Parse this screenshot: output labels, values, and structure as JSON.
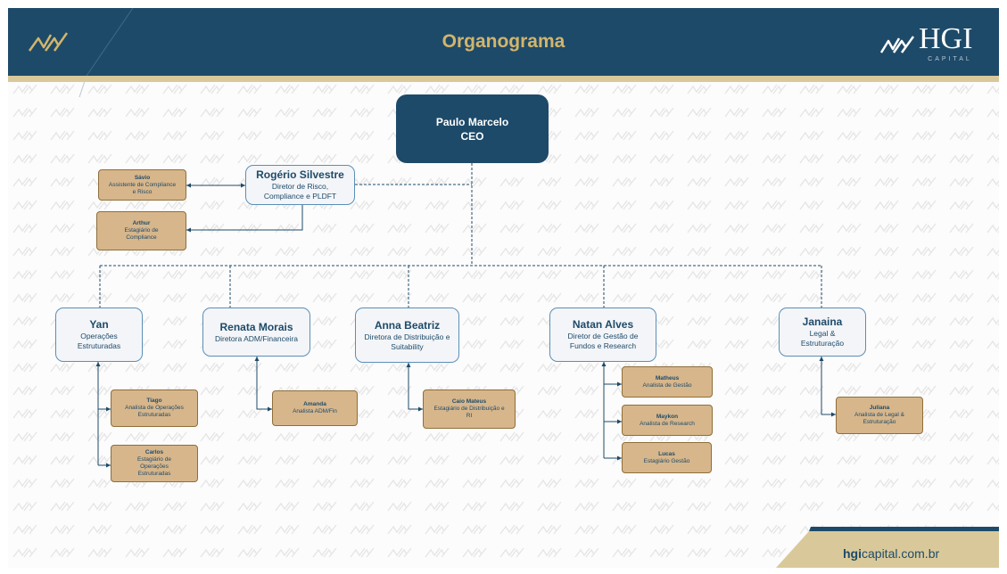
{
  "header": {
    "title": "Organograma"
  },
  "brand": {
    "name": "HGI",
    "tagline": "CAPITAL"
  },
  "footer": {
    "site_bold": "hgi",
    "site_rest": "capital.com.br"
  },
  "ceo": {
    "name": "Paulo Marcelo",
    "role": "CEO"
  },
  "risk": {
    "name": "Rogério Silvestre",
    "role": "Diretor de Risco, Compliance e PLDFT",
    "staff": [
      {
        "name": "Sávio",
        "role": "Assistente de Compliance e Risco"
      },
      {
        "name": "Arthur",
        "role": "Estagiário de Compliance"
      }
    ]
  },
  "directors": [
    {
      "name": "Yan",
      "role": "Operações Estruturadas",
      "staff": [
        {
          "name": "Tiago",
          "role": "Analista de Operações Estruturadas"
        },
        {
          "name": "Carlos",
          "role": "Estagiário de Operações Estruturadas"
        }
      ]
    },
    {
      "name": "Renata Morais",
      "role": "Diretora ADM/Financeira",
      "staff": [
        {
          "name": "Amanda",
          "role": "Analista ADM/Fin"
        }
      ]
    },
    {
      "name": "Anna Beatriz",
      "role": "Diretora de Distribuição e Suitability",
      "staff": [
        {
          "name": "Caio Mateus",
          "role": "Estagiário de Distribuição e RI"
        }
      ]
    },
    {
      "name": "Natan Alves",
      "role": "Diretor de Gestão de Fundos e Research",
      "staff": [
        {
          "name": "Matheus",
          "role": "Analista de Gestão"
        },
        {
          "name": "Maykon",
          "role": "Analista de Research"
        },
        {
          "name": "Lucas",
          "role": "Estagiário Gestão"
        }
      ]
    },
    {
      "name": "Janaina",
      "role": "Legal & Estruturação",
      "staff": [
        {
          "name": "Juliana",
          "role": "Analista de Legal & Estruturação"
        }
      ]
    }
  ],
  "colors": {
    "navy": "#1e4a69",
    "gold": "#d2b56c",
    "staff_fill": "#d7b68b",
    "box_border": "#5b8fb6"
  }
}
